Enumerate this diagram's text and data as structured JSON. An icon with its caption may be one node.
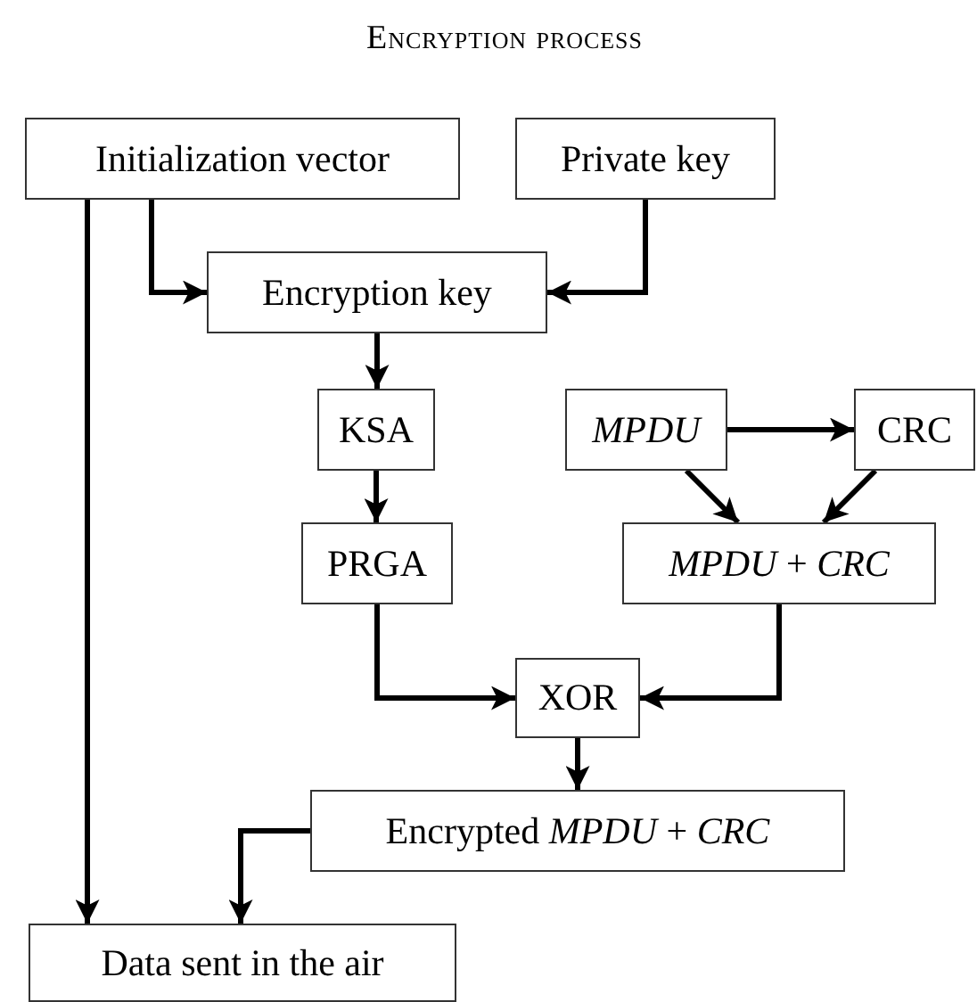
{
  "diagram": {
    "title": "Encryption process",
    "nodes": [
      {
        "text": [
          "Initialization vector"
        ]
      },
      {
        "text": [
          "Private key"
        ]
      },
      {
        "text": [
          "Encryption key"
        ]
      },
      {
        "text": [
          "KSA"
        ]
      },
      {
        "text": [
          "*MPDU*"
        ]
      },
      {
        "text": [
          "CRC"
        ]
      },
      {
        "text": [
          "PRGA"
        ]
      },
      {
        "text": [
          "*MPDU* + *CRC*"
        ]
      },
      {
        "text": [
          "XOR"
        ]
      },
      {
        "text": [
          "Encrypted *MPDU* + *CRC*"
        ]
      },
      {
        "text": [
          "Data sent in the air"
        ]
      }
    ],
    "edges": [
      {
        "from": 0,
        "to": 2,
        "arrow": "to"
      },
      {
        "from": 1,
        "to": 2,
        "arrow": "to"
      },
      {
        "from": 0,
        "to": 10,
        "arrow": "to"
      },
      {
        "from": 2,
        "to": 3,
        "arrow": "to"
      },
      {
        "from": 3,
        "to": 6,
        "arrow": "to"
      },
      {
        "from": 4,
        "to": 5,
        "arrow": "to"
      },
      {
        "from": 4,
        "to": 7,
        "arrow": "to"
      },
      {
        "from": 5,
        "to": 7,
        "arrow": "to"
      },
      {
        "from": 6,
        "to": 8,
        "arrow": "to"
      },
      {
        "from": 7,
        "to": 8,
        "arrow": "to"
      },
      {
        "from": 8,
        "to": 9,
        "arrow": "to"
      },
      {
        "from": 9,
        "to": 10,
        "arrow": "to"
      }
    ]
  }
}
